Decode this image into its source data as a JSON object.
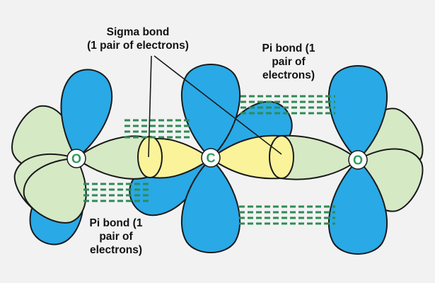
{
  "labels": {
    "sigma_bond": [
      "Sigma bond",
      "(1 pair of electrons)"
    ],
    "pi_bond_right": [
      "Pi bond (1",
      "pair of",
      "electrons)"
    ],
    "pi_bond_left": [
      "Pi bond (1",
      "pair of",
      "electrons)"
    ]
  },
  "atoms": [
    {
      "symbol": "O"
    },
    {
      "symbol": "C"
    },
    {
      "symbol": "O"
    }
  ],
  "colors": {
    "background": "#f2f2f2",
    "p_orbital": "#29a9e6",
    "sp_orbital": "#d5e9c5",
    "sigma_overlap": "#faf39a",
    "pi_bond_lines": "#2e8b57",
    "atom_label": "#2e9a5e",
    "outline": "#1a1a1a"
  }
}
